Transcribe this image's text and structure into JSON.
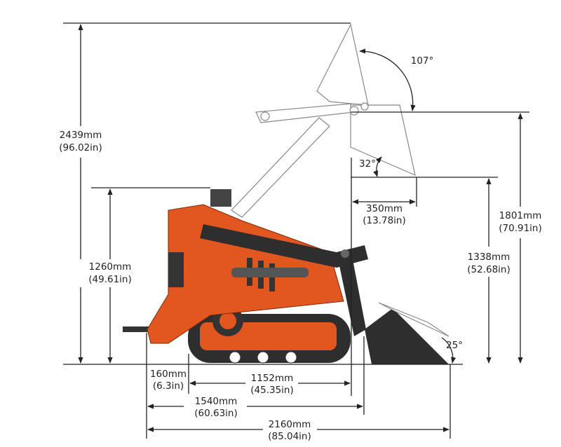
{
  "title": "Mini skid steer loader dimensions",
  "colors": {
    "body": "#e2561f",
    "dark": "#2e2e2e",
    "line": "#222222"
  },
  "angles": {
    "dump_angle": "107°",
    "raised_bucket_angle": "32°",
    "rollback_angle": "25°"
  },
  "dimensions": {
    "overall_height": {
      "mm": "2439mm",
      "in": "(96.02in)"
    },
    "machine_height": {
      "mm": "1260mm",
      "in": "(49.61in)"
    },
    "hinge_pin_height": {
      "mm": "1801mm",
      "in": "(70.91in)"
    },
    "dump_height": {
      "mm": "1338mm",
      "in": "(52.68in)"
    },
    "dump_reach": {
      "mm": "350mm",
      "in": "(13.78in)"
    },
    "platform_overhang": {
      "mm": "160mm",
      "in": "(6.3in)"
    },
    "track_length": {
      "mm": "1152mm",
      "in": "(45.35in)"
    },
    "length_without_bucket": {
      "mm": "1540mm",
      "in": "(60.63in)"
    },
    "overall_length": {
      "mm": "2160mm",
      "in": "(85.04in)"
    }
  }
}
